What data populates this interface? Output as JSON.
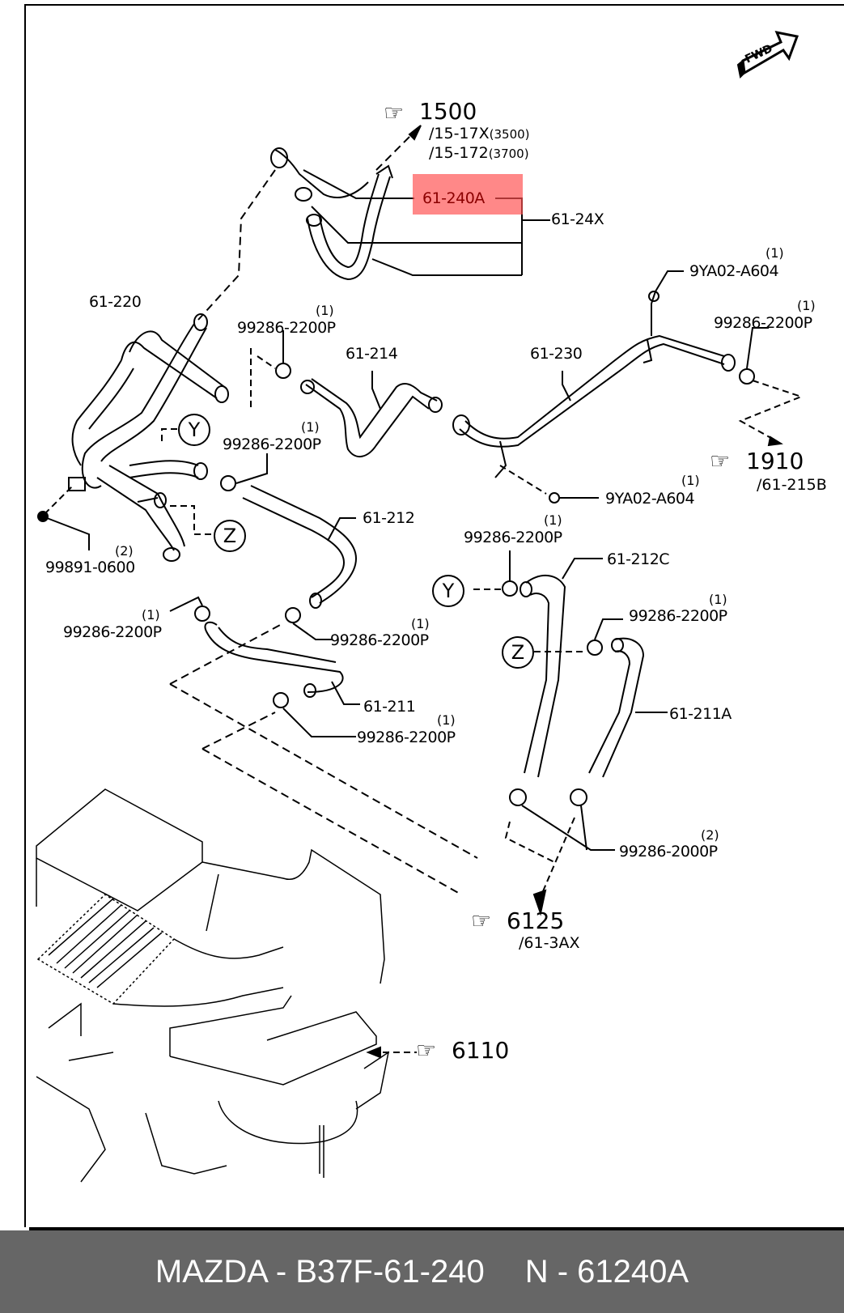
{
  "diagram": {
    "orientation_badge": "FWD",
    "highlighted_part": "61-240A",
    "assembly_label": "61-24X",
    "references": [
      {
        "id": "ref-1500",
        "number": "1500",
        "subs": [
          "/15-17X",
          "/15-172"
        ],
        "sub_notes": [
          "(3500)",
          "(3700)"
        ]
      },
      {
        "id": "ref-1910",
        "number": "1910",
        "subs": [
          "/61-215B"
        ]
      },
      {
        "id": "ref-6125",
        "number": "6125",
        "subs": [
          "/61-3AX"
        ]
      },
      {
        "id": "ref-6110",
        "number": "6110",
        "subs": []
      }
    ],
    "parts": {
      "p61_220": "61-220",
      "p61_214": "61-214",
      "p61_230": "61-230",
      "p61_212": "61-212",
      "p61_212C": "61-212C",
      "p61_211": "61-211",
      "p61_211A": "61-211A",
      "clamp_2200": "99286-2200P",
      "clamp_2000": "99286-2000P",
      "bolt": "9YA02-A604",
      "nut": "99891-0600"
    },
    "quantities": {
      "one": "(1)",
      "two": "(2)"
    },
    "connectors": [
      "Y",
      "Z"
    ]
  },
  "footer": {
    "left": "MAZDA - B37F-61-240",
    "right": "N - 61240A"
  }
}
